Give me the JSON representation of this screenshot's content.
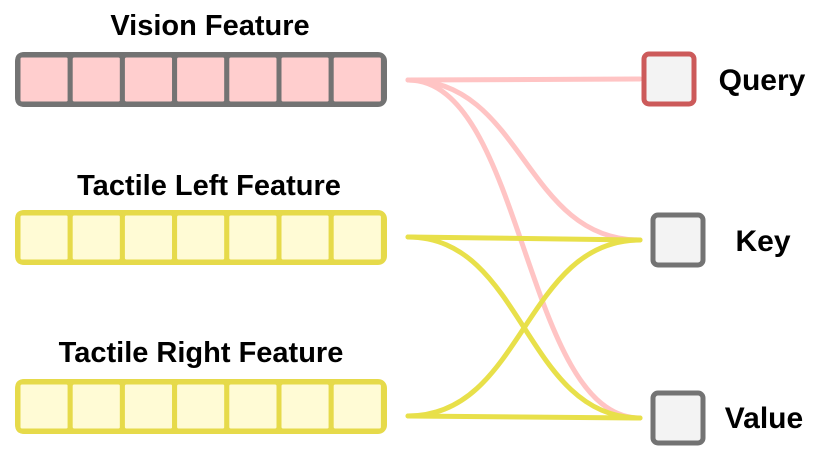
{
  "features": [
    {
      "id": "vision",
      "label": "Vision Feature",
      "cells": 7,
      "fill": "#ffcece",
      "stroke": "#737373"
    },
    {
      "id": "tactile-left",
      "label": "Tactile Left Feature",
      "cells": 7,
      "fill": "#fffbd5",
      "stroke": "#e6da4a"
    },
    {
      "id": "tactile-right",
      "label": "Tactile Right Feature",
      "cells": 7,
      "fill": "#fffbd5",
      "stroke": "#e6da4a"
    }
  ],
  "outputs": [
    {
      "id": "query",
      "label": "Query",
      "fill": "#f3f3f3",
      "stroke": "#cc5a5a"
    },
    {
      "id": "key",
      "label": "Key",
      "fill": "#f3f3f3",
      "stroke": "#737373"
    },
    {
      "id": "value",
      "label": "Value",
      "fill": "#f3f3f3",
      "stroke": "#737373"
    }
  ],
  "connections": [
    {
      "from": "vision",
      "to": "query",
      "color": "#ffc4c4"
    },
    {
      "from": "vision",
      "to": "key",
      "color": "#ffc4c4"
    },
    {
      "from": "vision",
      "to": "value",
      "color": "#ffc4c4"
    },
    {
      "from": "tactile-left",
      "to": "key",
      "color": "#e8e04a"
    },
    {
      "from": "tactile-left",
      "to": "value",
      "color": "#e8e04a"
    },
    {
      "from": "tactile-right",
      "to": "key",
      "color": "#e8e04a"
    },
    {
      "from": "tactile-right",
      "to": "value",
      "color": "#e8e04a"
    }
  ]
}
